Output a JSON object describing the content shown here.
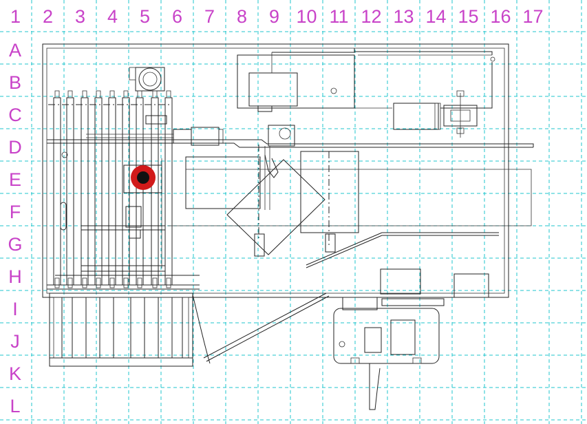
{
  "grid": {
    "columns": [
      "1",
      "2",
      "3",
      "4",
      "5",
      "6",
      "7",
      "8",
      "9",
      "10",
      "11",
      "12",
      "13",
      "14",
      "15",
      "16",
      "17"
    ],
    "rows": [
      "A",
      "B",
      "C",
      "D",
      "E",
      "F",
      "G",
      "H",
      "I",
      "J",
      "K",
      "L"
    ]
  },
  "colors": {
    "grid": "#1fc4cc",
    "labels": "#c842c8",
    "ink": "#222222",
    "marker_outer": "#d11a1a",
    "marker_inner": "#111111"
  }
}
